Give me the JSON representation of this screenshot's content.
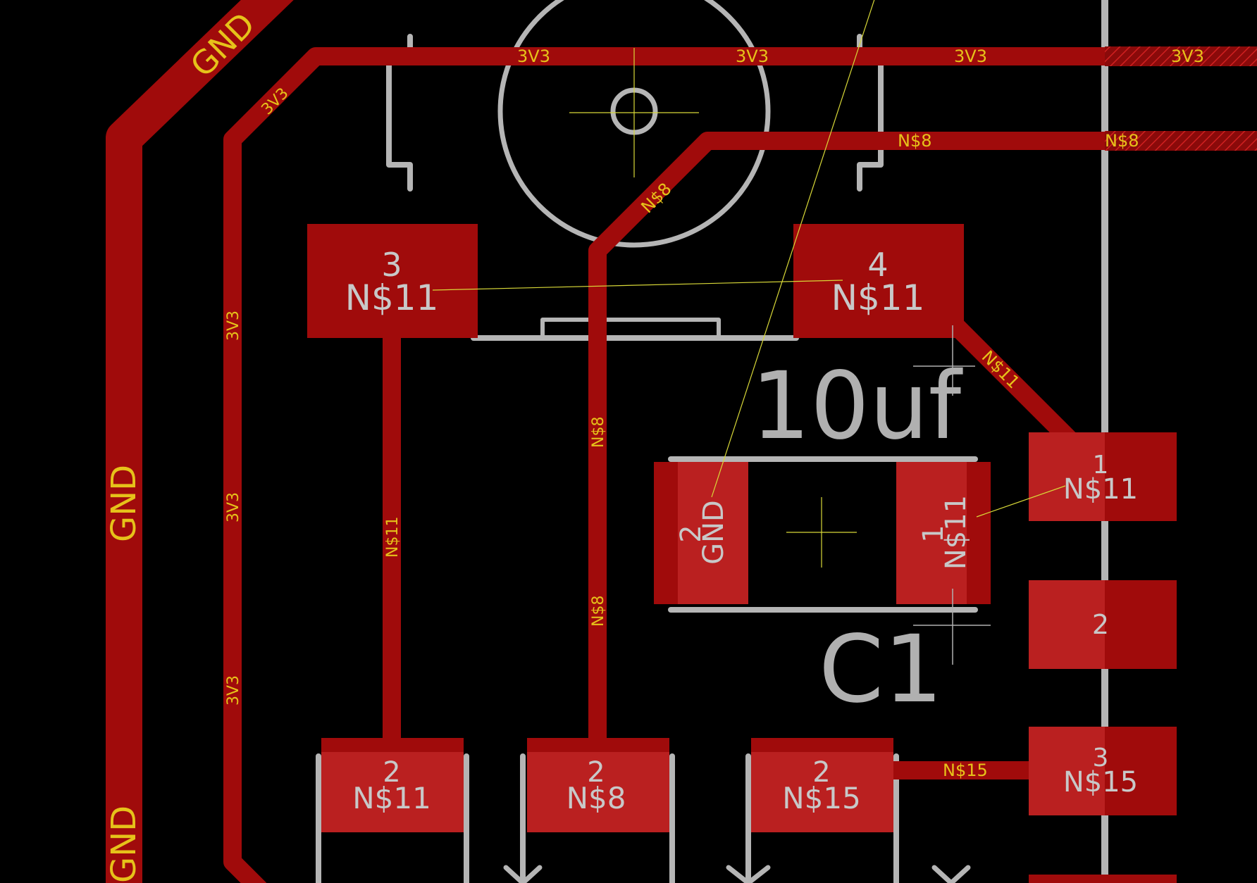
{
  "colors": {
    "background": "#000000",
    "copper_top": "#a00b0b",
    "net_label": "#e6c21a",
    "silkscreen": "#b5b5b5",
    "airwire": "#d8d838"
  },
  "nets": {
    "gnd": "GND",
    "v3v3": "3V3",
    "n8": "N$8",
    "n11": "N$11",
    "n15": "N$15"
  },
  "parts": {
    "c1_value": "10uf",
    "c1_name": "C1"
  },
  "pads": {
    "sw_pin3": {
      "num": "3",
      "net": "N$11"
    },
    "sw_pin4": {
      "num": "4",
      "net": "N$11"
    },
    "c1_pin2": {
      "num": "2",
      "net": "GND"
    },
    "c1_pin1": {
      "num": "1",
      "net": "N$11"
    },
    "conn_pin1": {
      "num": "1",
      "net": "N$11"
    },
    "conn_pin2": {
      "num": "2"
    },
    "conn_pin3": {
      "num": "3",
      "net": "N$15"
    },
    "bot_a": {
      "num": "2",
      "net": "N$11"
    },
    "bot_b": {
      "num": "2",
      "net": "N$8"
    },
    "bot_c": {
      "num": "2",
      "net": "N$15"
    }
  }
}
